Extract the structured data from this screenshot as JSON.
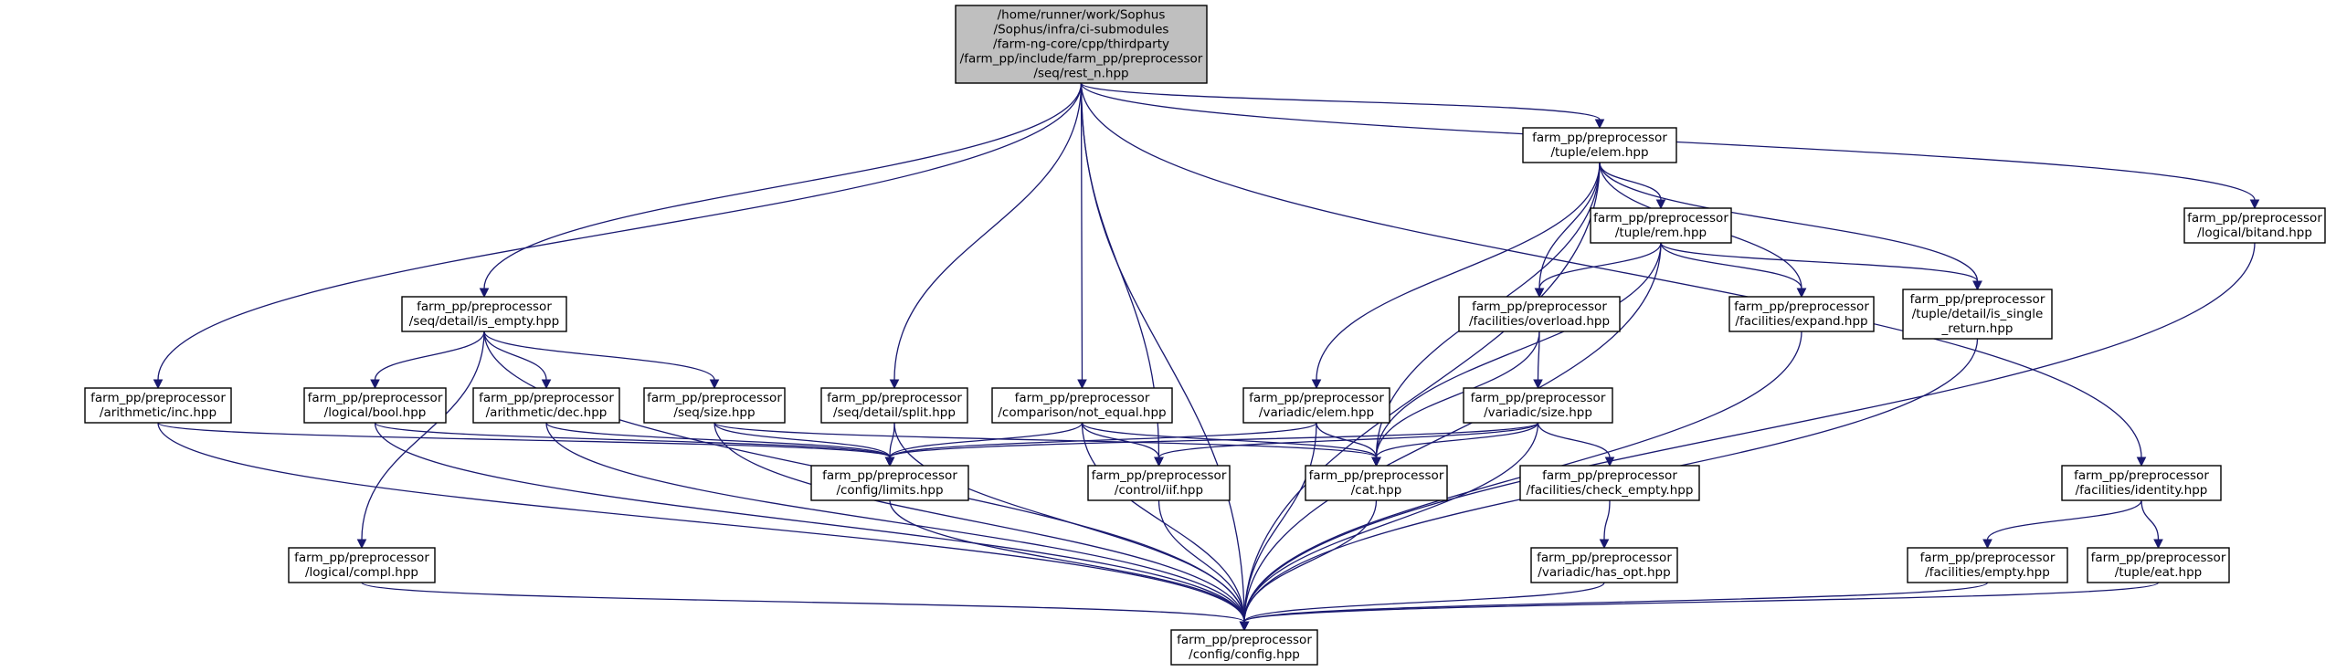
{
  "graph": {
    "title": "",
    "root": "rest_n",
    "colors": {
      "edge": "#191970",
      "node_border": "#000000",
      "node_fill": "#ffffff",
      "root_fill": "#bfbfbf"
    },
    "nodes": [
      {
        "id": "rest_n",
        "lines": [
          "/home/runner/work/Sophus",
          "/Sophus/infra/ci-submodules",
          "/farm-ng-core/cpp/thirdparty",
          "/farm_pp/include/farm_pp/preprocessor",
          "/seq/rest_n.hpp"
        ]
      },
      {
        "id": "tuple_elem",
        "lines": [
          "farm_pp/preprocessor",
          "/tuple/elem.hpp"
        ]
      },
      {
        "id": "logical_bitand",
        "lines": [
          "farm_pp/preprocessor",
          "/logical/bitand.hpp"
        ]
      },
      {
        "id": "tuple_rem",
        "lines": [
          "farm_pp/preprocessor",
          "/tuple/rem.hpp"
        ]
      },
      {
        "id": "seq_is_empty",
        "lines": [
          "farm_pp/preprocessor",
          "/seq/detail/is_empty.hpp"
        ]
      },
      {
        "id": "fac_overload",
        "lines": [
          "farm_pp/preprocessor",
          "/facilities/overload.hpp"
        ]
      },
      {
        "id": "fac_expand",
        "lines": [
          "farm_pp/preprocessor",
          "/facilities/expand.hpp"
        ]
      },
      {
        "id": "tuple_is_single",
        "lines": [
          "farm_pp/preprocessor",
          "/tuple/detail/is_single",
          "_return.hpp"
        ]
      },
      {
        "id": "arith_inc",
        "lines": [
          "farm_pp/preprocessor",
          "/arithmetic/inc.hpp"
        ]
      },
      {
        "id": "logical_bool",
        "lines": [
          "farm_pp/preprocessor",
          "/logical/bool.hpp"
        ]
      },
      {
        "id": "arith_dec",
        "lines": [
          "farm_pp/preprocessor",
          "/arithmetic/dec.hpp"
        ]
      },
      {
        "id": "seq_size",
        "lines": [
          "farm_pp/preprocessor",
          "/seq/size.hpp"
        ]
      },
      {
        "id": "seq_split",
        "lines": [
          "farm_pp/preprocessor",
          "/seq/detail/split.hpp"
        ]
      },
      {
        "id": "cmp_not_equal",
        "lines": [
          "farm_pp/preprocessor",
          "/comparison/not_equal.hpp"
        ]
      },
      {
        "id": "variadic_elem",
        "lines": [
          "farm_pp/preprocessor",
          "/variadic/elem.hpp"
        ]
      },
      {
        "id": "variadic_size",
        "lines": [
          "farm_pp/preprocessor",
          "/variadic/size.hpp"
        ]
      },
      {
        "id": "fac_identity",
        "lines": [
          "farm_pp/preprocessor",
          "/facilities/identity.hpp"
        ]
      },
      {
        "id": "config_limits",
        "lines": [
          "farm_pp/preprocessor",
          "/config/limits.hpp"
        ]
      },
      {
        "id": "control_iif",
        "lines": [
          "farm_pp/preprocessor",
          "/control/iif.hpp"
        ]
      },
      {
        "id": "cat",
        "lines": [
          "farm_pp/preprocessor",
          "/cat.hpp"
        ]
      },
      {
        "id": "fac_check_empty",
        "lines": [
          "farm_pp/preprocessor",
          "/facilities/check_empty.hpp"
        ]
      },
      {
        "id": "logical_compl",
        "lines": [
          "farm_pp/preprocessor",
          "/logical/compl.hpp"
        ]
      },
      {
        "id": "variadic_has_opt",
        "lines": [
          "farm_pp/preprocessor",
          "/variadic/has_opt.hpp"
        ]
      },
      {
        "id": "fac_empty",
        "lines": [
          "farm_pp/preprocessor",
          "/facilities/empty.hpp"
        ]
      },
      {
        "id": "tuple_eat",
        "lines": [
          "farm_pp/preprocessor",
          "/tuple/eat.hpp"
        ]
      },
      {
        "id": "config_config",
        "lines": [
          "farm_pp/preprocessor",
          "/config/config.hpp"
        ]
      }
    ],
    "edges": [
      [
        "rest_n",
        "config_config"
      ],
      [
        "rest_n",
        "arith_inc"
      ],
      [
        "rest_n",
        "seq_is_empty"
      ],
      [
        "rest_n",
        "seq_split"
      ],
      [
        "rest_n",
        "cmp_not_equal"
      ],
      [
        "rest_n",
        "control_iif"
      ],
      [
        "rest_n",
        "tuple_elem"
      ],
      [
        "rest_n",
        "fac_identity"
      ],
      [
        "rest_n",
        "logical_bitand"
      ],
      [
        "tuple_elem",
        "tuple_rem"
      ],
      [
        "tuple_elem",
        "fac_overload"
      ],
      [
        "tuple_elem",
        "fac_expand"
      ],
      [
        "tuple_elem",
        "tuple_is_single"
      ],
      [
        "tuple_elem",
        "variadic_elem"
      ],
      [
        "tuple_elem",
        "cat"
      ],
      [
        "tuple_elem",
        "config_config"
      ],
      [
        "tuple_rem",
        "fac_overload"
      ],
      [
        "tuple_rem",
        "fac_expand"
      ],
      [
        "tuple_rem",
        "tuple_is_single"
      ],
      [
        "tuple_rem",
        "cat"
      ],
      [
        "tuple_rem",
        "config_config"
      ],
      [
        "seq_is_empty",
        "logical_bool"
      ],
      [
        "seq_is_empty",
        "arith_dec"
      ],
      [
        "seq_is_empty",
        "seq_size"
      ],
      [
        "seq_is_empty",
        "logical_compl"
      ],
      [
        "seq_is_empty",
        "config_config"
      ],
      [
        "fac_overload",
        "variadic_size"
      ],
      [
        "fac_overload",
        "cat"
      ],
      [
        "fac_expand",
        "config_config"
      ],
      [
        "tuple_is_single",
        "config_config"
      ],
      [
        "arith_inc",
        "config_limits"
      ],
      [
        "arith_inc",
        "config_config"
      ],
      [
        "logical_bool",
        "config_limits"
      ],
      [
        "logical_bool",
        "config_config"
      ],
      [
        "arith_dec",
        "config_limits"
      ],
      [
        "arith_dec",
        "config_config"
      ],
      [
        "seq_size",
        "config_limits"
      ],
      [
        "seq_size",
        "cat"
      ],
      [
        "seq_size",
        "config_config"
      ],
      [
        "seq_split",
        "config_limits"
      ],
      [
        "seq_split",
        "config_config"
      ],
      [
        "cmp_not_equal",
        "config_limits"
      ],
      [
        "cmp_not_equal",
        "control_iif"
      ],
      [
        "cmp_not_equal",
        "cat"
      ],
      [
        "cmp_not_equal",
        "config_config"
      ],
      [
        "variadic_elem",
        "config_limits"
      ],
      [
        "variadic_elem",
        "cat"
      ],
      [
        "variadic_elem",
        "config_config"
      ],
      [
        "variadic_size",
        "config_limits"
      ],
      [
        "variadic_size",
        "control_iif"
      ],
      [
        "variadic_size",
        "cat"
      ],
      [
        "variadic_size",
        "fac_check_empty"
      ],
      [
        "variadic_size",
        "config_config"
      ],
      [
        "fac_identity",
        "fac_empty"
      ],
      [
        "fac_identity",
        "tuple_eat"
      ],
      [
        "logical_bitand",
        "config_config"
      ],
      [
        "config_limits",
        "config_config"
      ],
      [
        "control_iif",
        "config_config"
      ],
      [
        "cat",
        "config_config"
      ],
      [
        "fac_check_empty",
        "variadic_has_opt"
      ],
      [
        "logical_compl",
        "config_config"
      ],
      [
        "variadic_has_opt",
        "config_config"
      ],
      [
        "fac_empty",
        "config_config"
      ],
      [
        "tuple_eat",
        "config_config"
      ]
    ]
  }
}
